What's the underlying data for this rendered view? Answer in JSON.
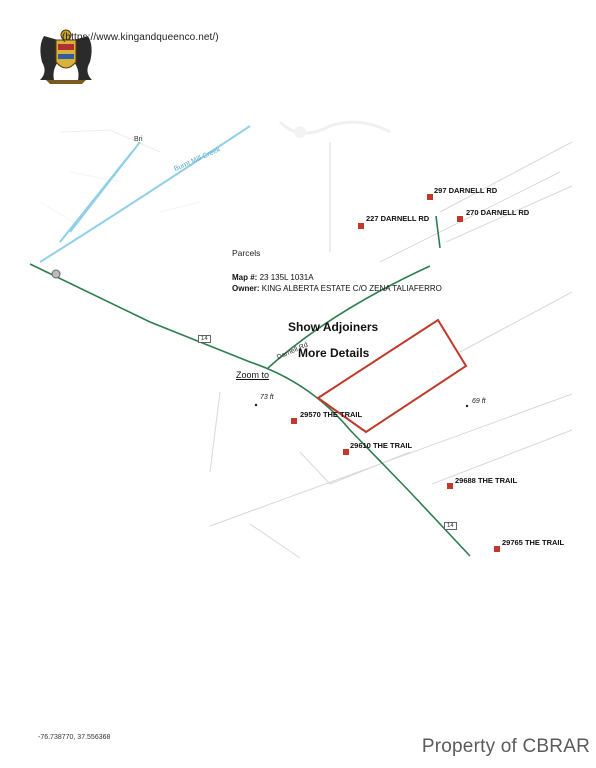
{
  "header": {
    "url": "(https://www.kingandqueenco.net/)",
    "seal_icon": "county-seal-icon"
  },
  "map": {
    "creek_label": "Burnt Mill Creek",
    "creek_label_top": "Bri",
    "road_label": "Darnell Rd",
    "route_shield": "14",
    "elevations": [
      "73 ft",
      "69 ft"
    ],
    "address_labels": [
      "297 DARNELL RD",
      "227 DARNELL RD",
      "270 DARNELL RD",
      "29570 THE TRAIL",
      "29610 THE TRAIL",
      "29688 THE TRAIL",
      "29765 THE TRAIL"
    ],
    "colors": {
      "road": "#2e7d4f",
      "creek": "#8fd0e8",
      "parcel_outline": "#c0392b",
      "address_marker": "#c0392b",
      "parcel_lines": "#d9d9d9"
    }
  },
  "popup": {
    "title": "Parcels",
    "map_label": "Map #:",
    "map_value": "23 135L 1031A",
    "owner_label": "Owner:",
    "owner_value": "KING ALBERTA ESTATE C/O ZENA TALIAFERRO",
    "show_adjoiners": "Show Adjoiners",
    "more_details": "More Details",
    "zoom_to": "Zoom to"
  },
  "footer": {
    "coordinates": "-76.738770, 37.556368",
    "watermark": "Property of CBRAR"
  }
}
